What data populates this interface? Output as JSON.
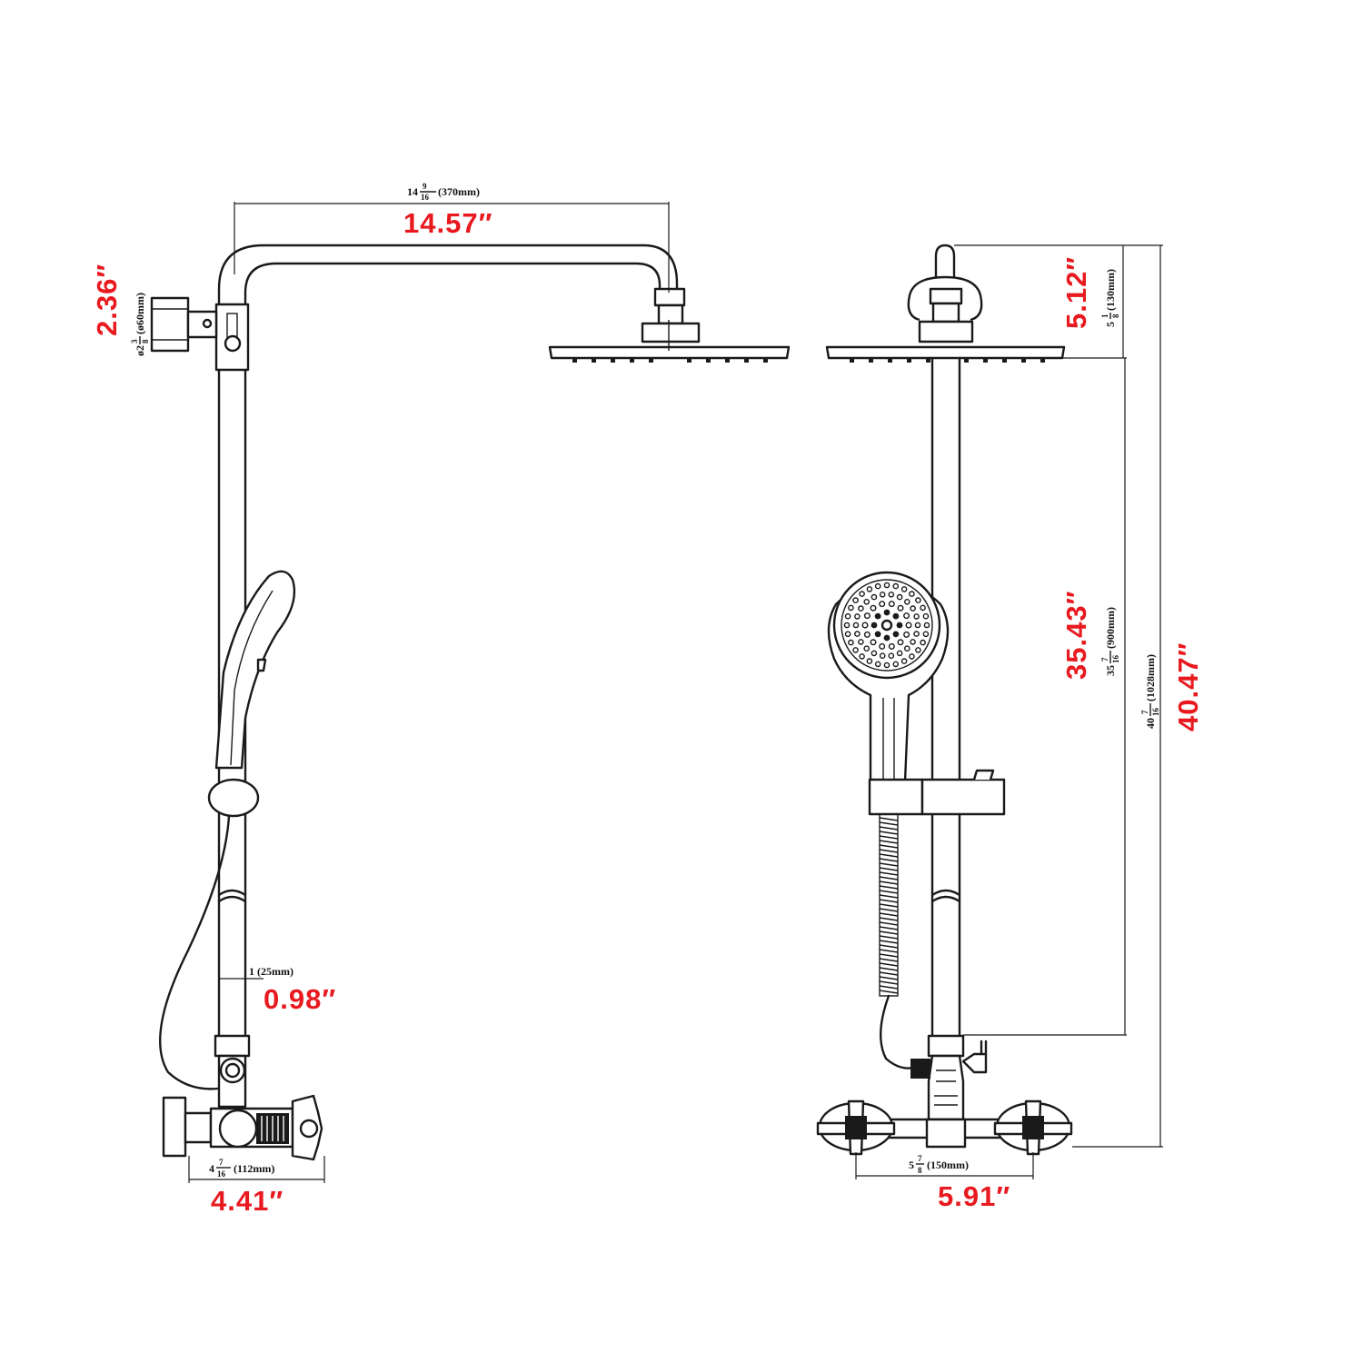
{
  "accent_color": "#e8191f",
  "line_color": "#1a1a1a",
  "views": [
    "side-view",
    "front-view"
  ],
  "dimensions": {
    "overhead_arm": {
      "whole": "14",
      "frac_num": "9",
      "frac_den": "16",
      "metric": "(370mm)",
      "inches": "14.57″"
    },
    "wall_mount": {
      "prefix": "ø2",
      "frac_num": "3",
      "frac_den": "8",
      "metric": "(ø60mm)",
      "inches": "2.36″"
    },
    "wall_offset": {
      "whole": "1",
      "metric": "(25mm)",
      "inches": "0.98″"
    },
    "mixer_depth": {
      "whole": "4",
      "frac_num": "7",
      "frac_den": "16",
      "metric": "(112mm)",
      "inches": "4.41″"
    },
    "head_height": {
      "whole": "5",
      "frac_num": "1",
      "frac_den": "8",
      "metric": "(130mm)",
      "inches": "5.12″"
    },
    "riser_height": {
      "whole": "35",
      "frac_num": "7",
      "frac_den": "16",
      "metric": "(900mm)",
      "inches": "35.43″"
    },
    "total_height": {
      "whole": "40",
      "frac_num": "7",
      "frac_den": "16",
      "metric": "(1028mm)",
      "inches": "40.47″"
    },
    "valve_centers": {
      "whole": "5",
      "frac_num": "7",
      "frac_den": "8",
      "metric": "(150mm)",
      "inches": "5.91″"
    }
  }
}
